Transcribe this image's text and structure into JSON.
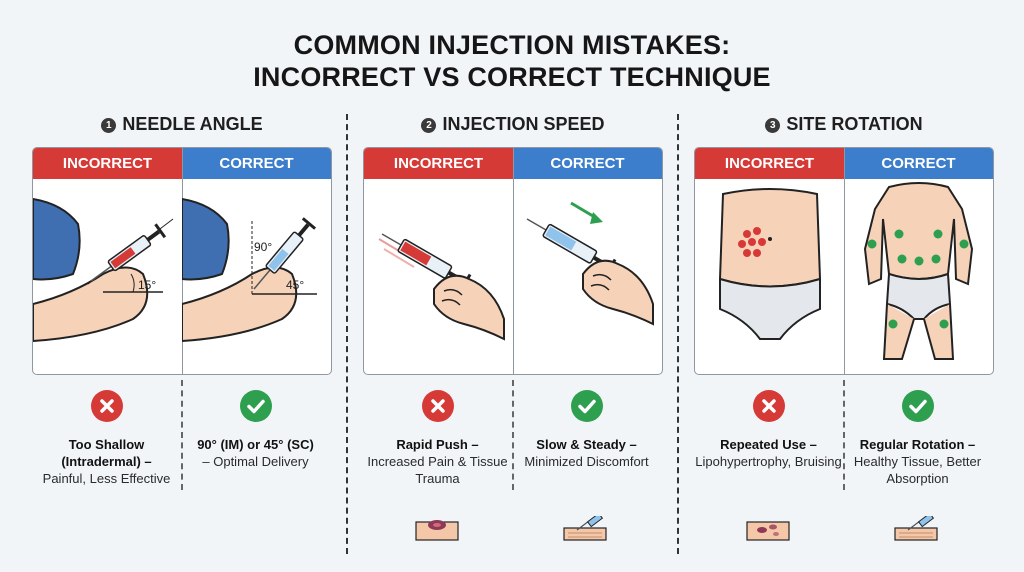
{
  "title_line1": "COMMON INJECTION MISTAKES:",
  "title_line2": "INCORRECT VS CORRECT TECHNIQUE",
  "incorrect_label": "INCORRECT",
  "correct_label": "CORRECT",
  "colors": {
    "incorrect": "#d63a37",
    "correct": "#3c7ecb",
    "check": "#2e9e4f"
  },
  "sections": [
    {
      "num": "1",
      "title": "NEEDLE ANGLE",
      "incorrect": {
        "angle_label": "15°",
        "bold": "Too Shallow (Intradermal) –",
        "text": "Painful, Less Effective"
      },
      "correct": {
        "angle_label_a": "90°",
        "angle_label_b": "45°",
        "bold": "90° (IM) or 45° (SC)",
        "text": "– Optimal Delivery"
      }
    },
    {
      "num": "2",
      "title": "INJECTION SPEED",
      "incorrect": {
        "bold": "Rapid Push –",
        "text": "Increased Pain & Tissue Trauma"
      },
      "correct": {
        "bold": "Slow & Steady –",
        "text": "Minimized Discomfort"
      }
    },
    {
      "num": "3",
      "title": "SITE ROTATION",
      "incorrect": {
        "bold": "Repeated Use –",
        "text": "Lipohypertrophy, Bruising"
      },
      "correct": {
        "bold": "Regular Rotation –",
        "text": "Healthy Tissue, Better Absorption"
      }
    }
  ]
}
